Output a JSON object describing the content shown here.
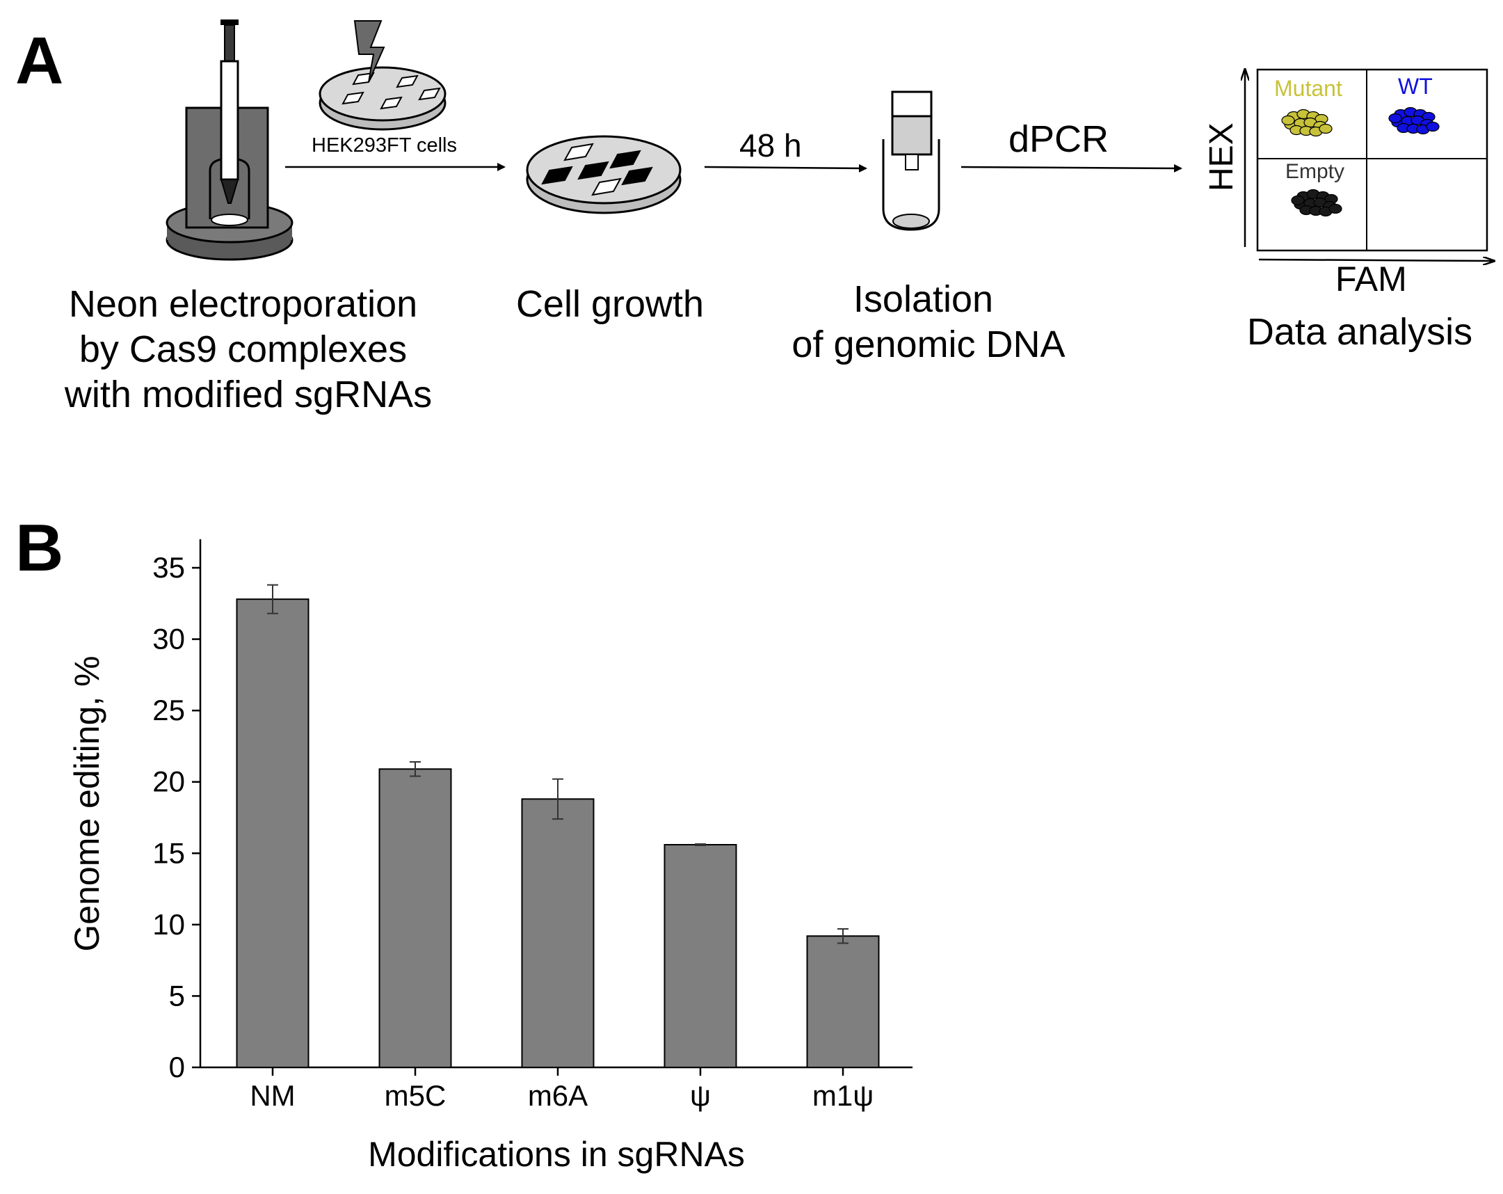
{
  "panel_a": {
    "letter": "A",
    "steps": [
      {
        "lines": [
          "Neon electroporation",
          "by Cas9 complexes",
          "with modified sgRNAs"
        ]
      },
      {
        "lines": [
          "Cell growth"
        ]
      },
      {
        "lines": [
          "Isolation",
          "of genomic DNA"
        ]
      },
      {
        "lines": [
          "Data analysis"
        ]
      }
    ],
    "arrows": [
      "HEK293FT cells",
      "48 h",
      "dPCR"
    ],
    "dpcr_plot": {
      "y_axis": "HEX",
      "x_axis": "FAM",
      "quadrants": [
        {
          "label": "Mutant",
          "color": "#c8c23a"
        },
        {
          "label": "WT",
          "color": "#1010e0"
        },
        {
          "label": "Empty",
          "color": "#1a1a1a"
        }
      ]
    }
  },
  "panel_b": {
    "letter": "B",
    "bar_color": "#7f7f7f"
  },
  "chart_data": {
    "type": "bar",
    "categories": [
      "NM",
      "m5C",
      "m6A",
      "ψ",
      "m1ψ"
    ],
    "values": [
      32.8,
      20.9,
      18.8,
      15.6,
      9.2
    ],
    "errors": [
      1.0,
      0.5,
      1.4,
      0.05,
      0.5
    ],
    "title": "",
    "xlabel": "Modifications in sgRNAs",
    "ylabel": "Genome editing, %",
    "ylim": [
      0,
      37
    ],
    "yticks": [
      0,
      5,
      10,
      15,
      20,
      25,
      30,
      35
    ],
    "grid": false
  }
}
